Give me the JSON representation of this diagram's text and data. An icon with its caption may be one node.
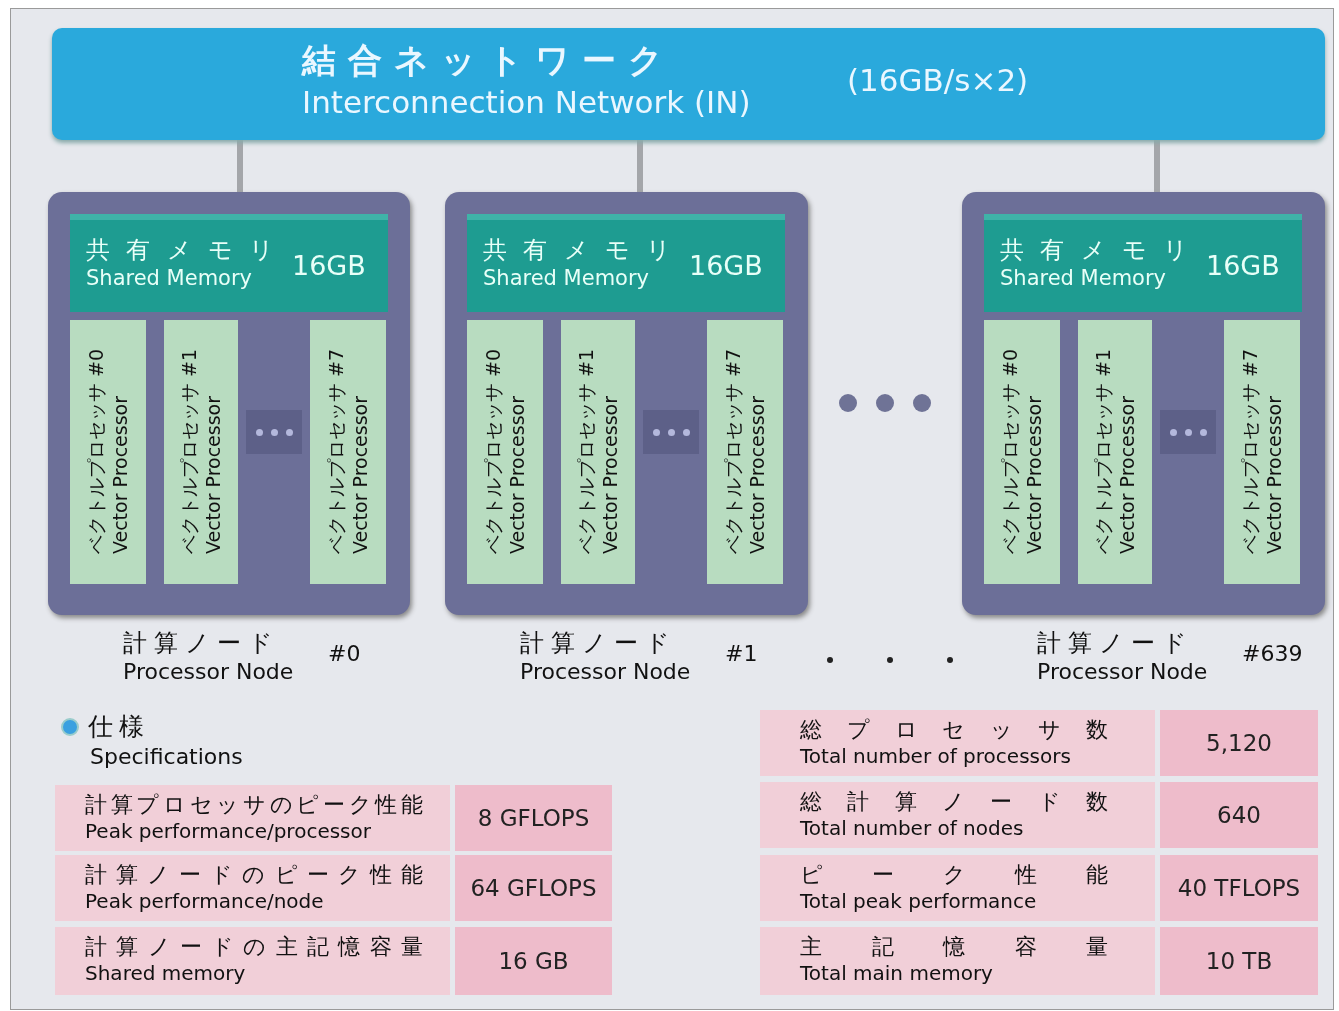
{
  "diagram": {
    "nodes": [
      {
        "text": [
          "結合ネットワーク",
          "Interconnection Network (IN)",
          "(16GB/s×2)"
        ]
      },
      {
        "text": [],
        "shape": "box",
        "beside": [
          "計算ノード",
          "Processor Node",
          "#0"
        ]
      },
      {
        "text": [
          "共有メモリ",
          "Shared Memory",
          "16GB"
        ],
        "in": 1
      },
      {
        "text": [
          "ベクトルプロセッサ #0",
          "Vector Processor"
        ],
        "in": 1
      },
      {
        "text": [
          "ベクトルプロセッサ #1",
          "Vector Processor"
        ],
        "in": 1
      },
      {
        "text": [
          "ベクトルプロセッサ #7",
          "Vector Processor"
        ],
        "in": 1
      },
      {
        "text": [],
        "shape": "box",
        "beside": [
          "計算ノード",
          "Processor Node",
          "#1"
        ]
      },
      {
        "text": [
          "共有メモリ",
          "Shared Memory",
          "16GB"
        ],
        "in": 6
      },
      {
        "text": [
          "ベクトルプロセッサ #0",
          "Vector Processor"
        ],
        "in": 6
      },
      {
        "text": [
          "ベクトルプロセッサ #1",
          "Vector Processor"
        ],
        "in": 6
      },
      {
        "text": [
          "ベクトルプロセッサ #7",
          "Vector Processor"
        ],
        "in": 6
      },
      {
        "text": [],
        "shape": "box",
        "beside": [
          "計算ノード",
          "Processor Node",
          "#639"
        ]
      },
      {
        "text": [
          "共有メモリ",
          "Shared Memory",
          "16GB"
        ],
        "in": 11
      },
      {
        "text": [
          "ベクトルプロセッサ #0",
          "Vector Processor"
        ],
        "in": 11
      },
      {
        "text": [
          "ベクトルプロセッサ #1",
          "Vector Processor"
        ],
        "in": 11
      },
      {
        "text": [
          "ベクトルプロセッサ #7",
          "Vector Processor"
        ],
        "in": 11
      }
    ],
    "edges": [
      {
        "from": 0,
        "to": 1,
        "arrow": "none"
      },
      {
        "from": 0,
        "to": 6,
        "arrow": "none"
      },
      {
        "from": 0,
        "to": 11,
        "arrow": "none"
      }
    ],
    "labels": [
      "仕様",
      "Specifications",
      "計算プロセッサのピーク性能",
      "Peak performance/processor",
      "8 GFLOPS",
      "計算ノードのピーク性能",
      "Peak performance/node",
      "64 GFLOPS",
      "計算ノードの主記憶容量",
      "Shared memory",
      "16 GB",
      "総プロセッサ数",
      "Total number of processors",
      "5,120",
      "総計算ノード数",
      "Total number of nodes",
      "640",
      "ピーク性能",
      "Total peak performance",
      "40 TFLOPS",
      "主記憶容量",
      "Total main memory",
      "10 TB"
    ]
  }
}
